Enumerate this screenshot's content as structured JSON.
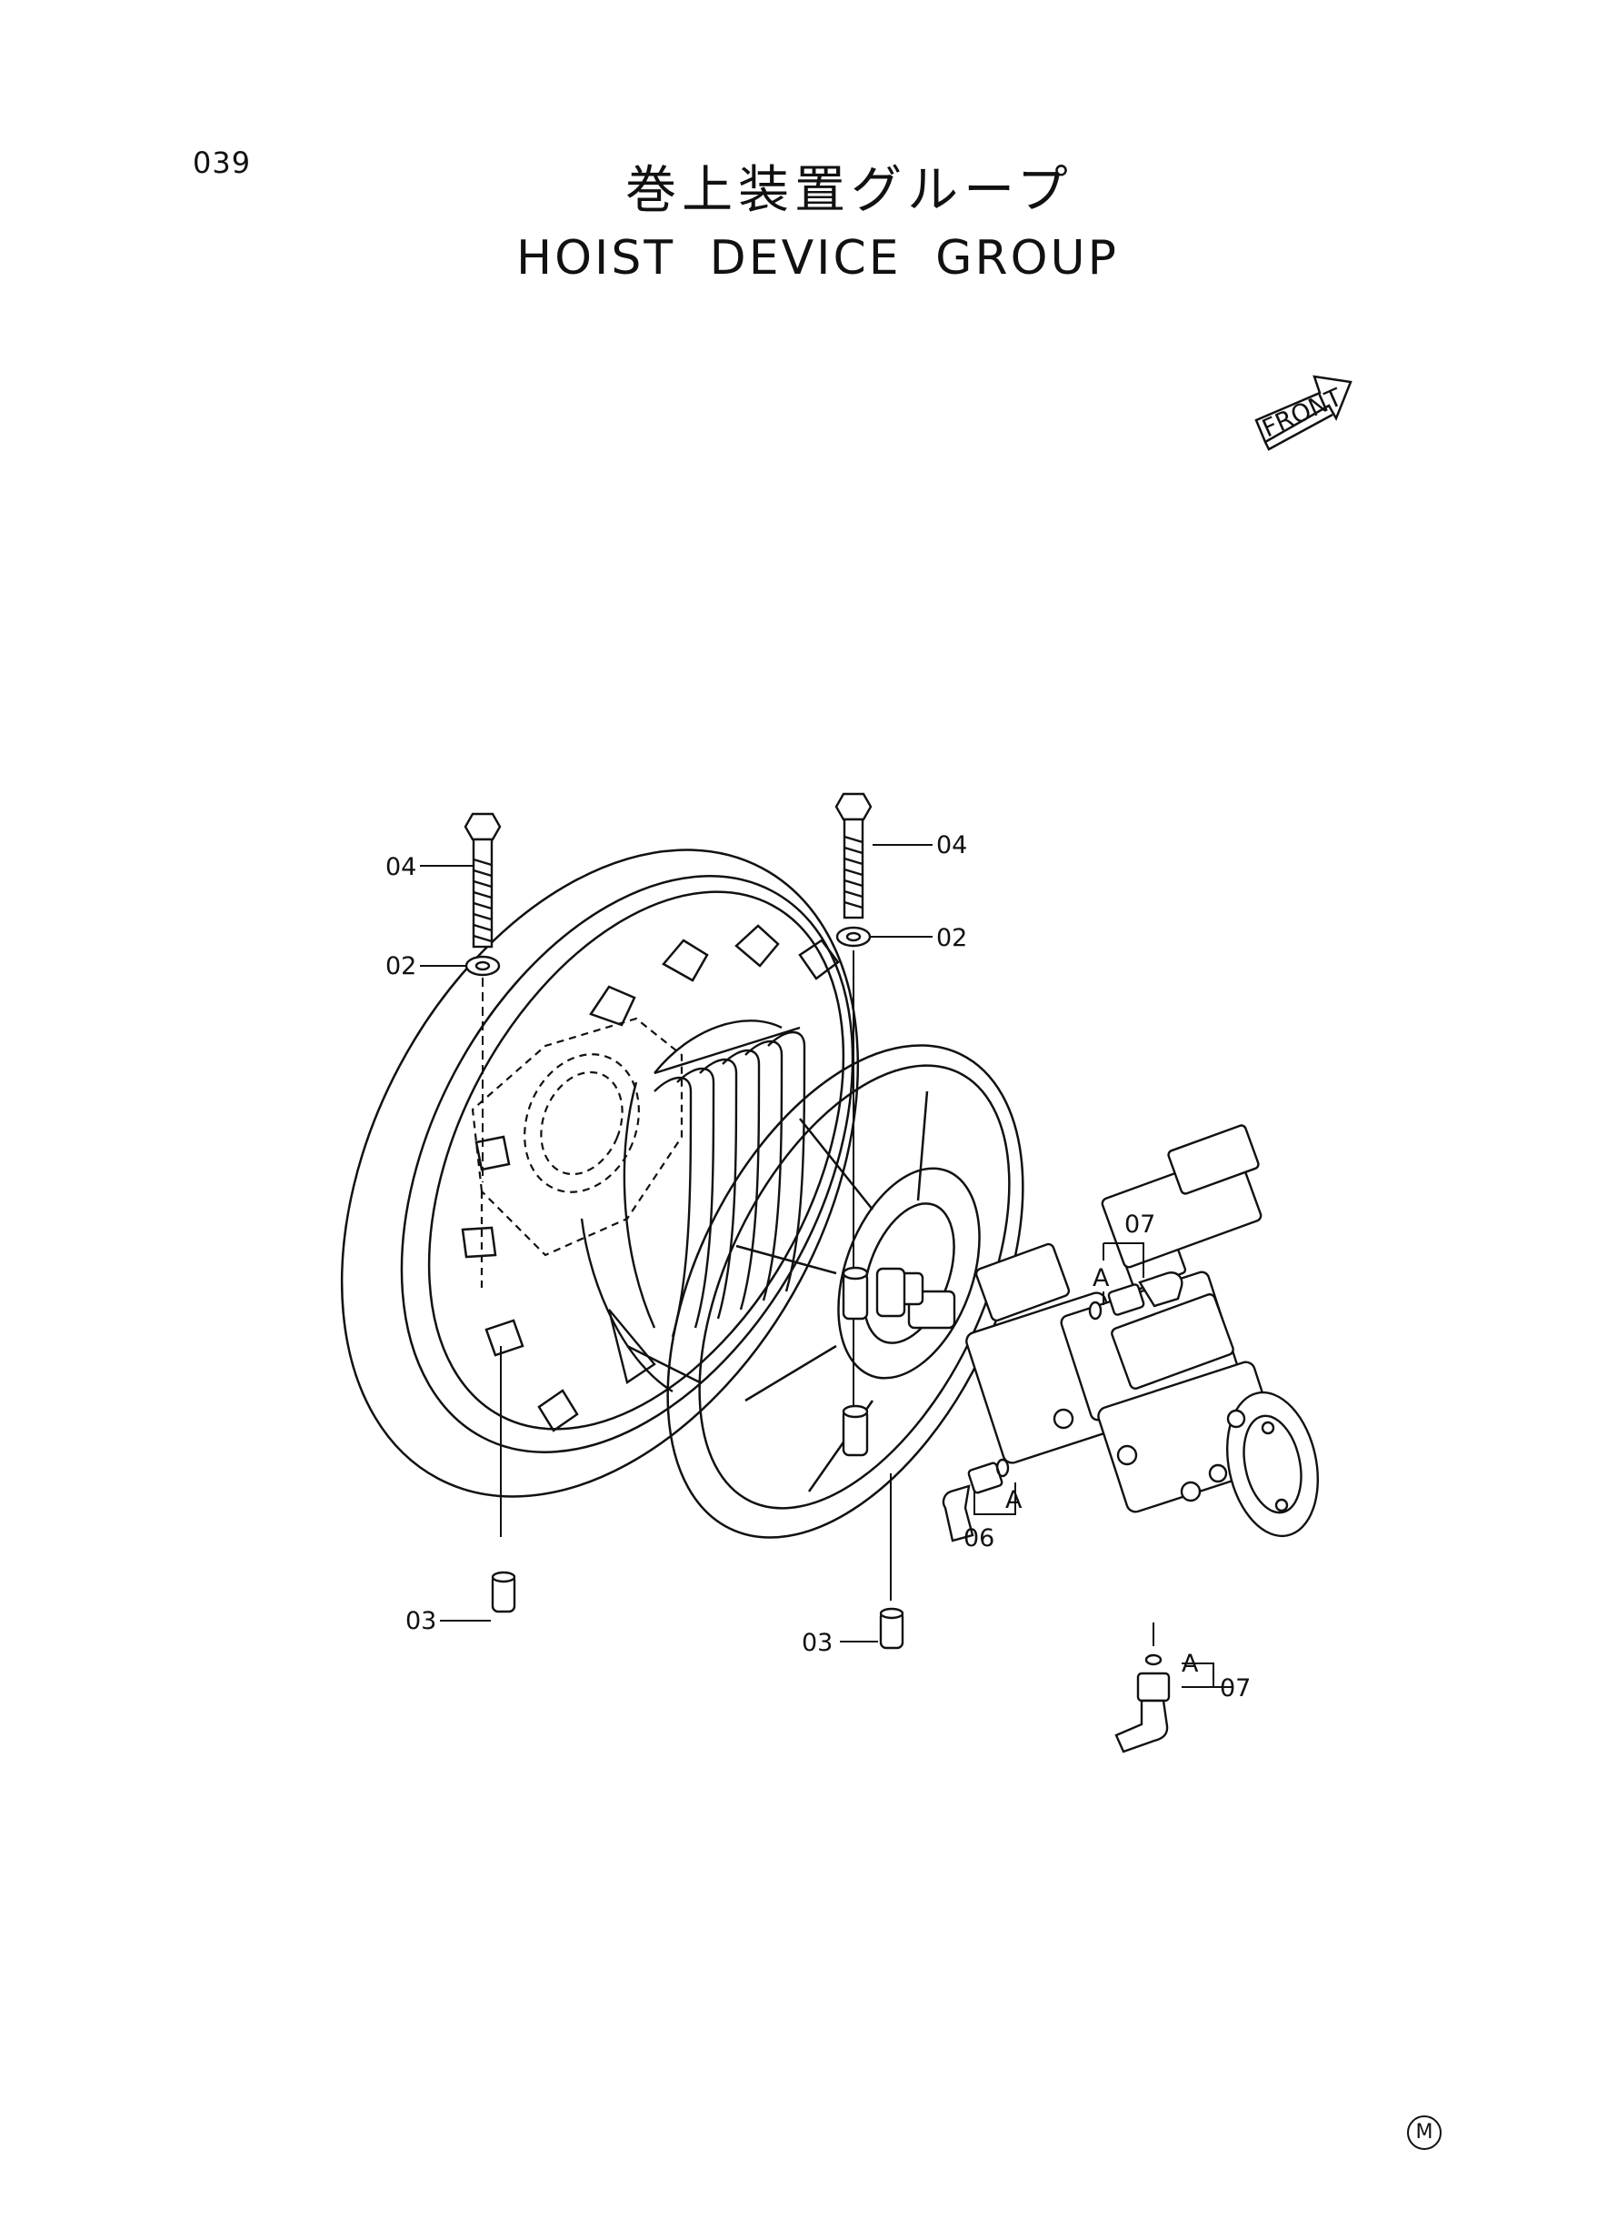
{
  "page": {
    "number": "039",
    "title_jp": "巻上装置グループ",
    "title_en": "HOIST DEVICE GROUP",
    "front_arrow_label": "FRONT",
    "mark": "M"
  },
  "colors": {
    "ink": "#111111",
    "paper": "#ffffff"
  },
  "callouts": {
    "bolt_left": "04",
    "bolt_right": "04",
    "washer_left": "02",
    "washer_right": "02",
    "pin_left": "03",
    "pin_right": "03",
    "elbow_lower": "06",
    "fitting_upper": "07",
    "fitting_lower": "07",
    "detail_upper": "A",
    "detail_mid": "A",
    "detail_lower": "A"
  }
}
